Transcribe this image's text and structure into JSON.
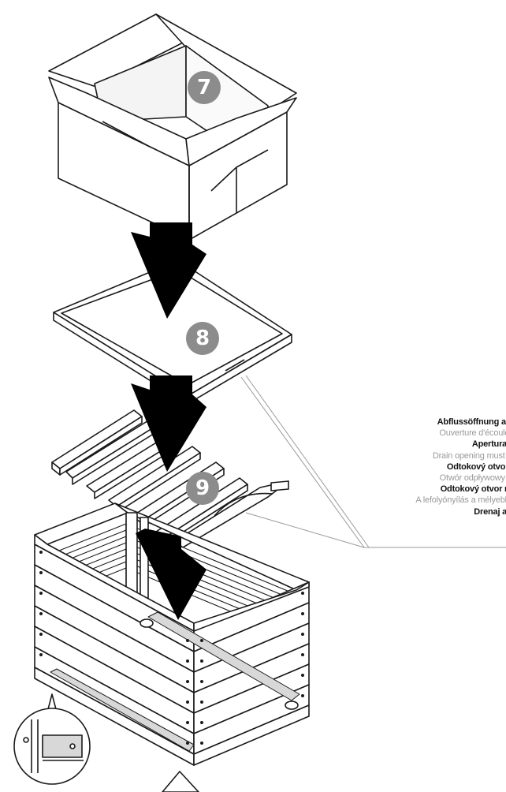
{
  "steps": {
    "step7": "7",
    "step8": "8",
    "step9": "9"
  },
  "callout_lines": [
    {
      "text": "Abflussöffnung auf die",
      "style": "bold"
    },
    {
      "text": "Ouverture d'écoulement",
      "style": "light"
    },
    {
      "text": "Apertura di sc",
      "style": "bold"
    },
    {
      "text": "Drain opening must be on",
      "style": "light"
    },
    {
      "text": "Odtokový otvor na n",
      "style": "bold"
    },
    {
      "text": "Otwór odpływowy po str",
      "style": "light"
    },
    {
      "text": "Odtokový otvor na niž",
      "style": "bold"
    },
    {
      "text": "A lefolyónyílás a mélyebben fe",
      "style": "light"
    },
    {
      "text": "Drenaj açıklığ",
      "style": "bold"
    }
  ],
  "colors": {
    "line": "#1a1a1a",
    "arrow": "#000000",
    "badge": "#8c8c8c",
    "rail": "#d8d8d8"
  }
}
